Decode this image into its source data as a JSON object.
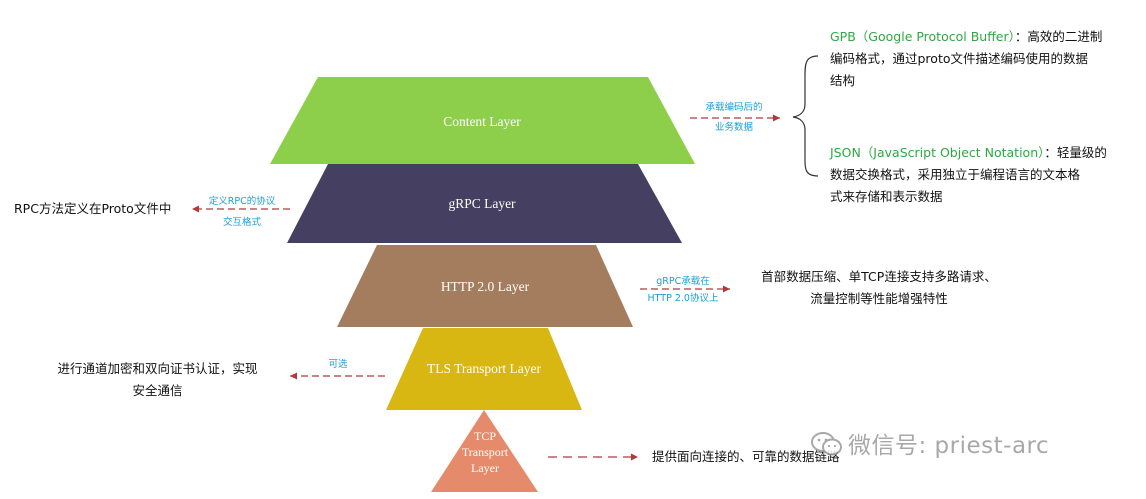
{
  "layers": {
    "content": "Content Layer",
    "grpc": "gRPC Layer",
    "http2": "HTTP 2.0 Layer",
    "tls": "TLS Transport Layer",
    "tcp_line1": "TCP",
    "tcp_line2": "Transport",
    "tcp_line3": "Layer"
  },
  "colors": {
    "content": "#8dcf4b",
    "grpc": "#453f62",
    "http2": "#a47c5e",
    "tls": "#d9b713",
    "tcp": "#e58b6b",
    "annotation": "#1a9fd8",
    "arrow": "#b03a3a",
    "highlight": "#2fa843"
  },
  "annotations": {
    "content_line1": "承载编码后的",
    "content_line2": "业务数据",
    "grpc_line1": "定义RPC的协议",
    "grpc_line2": "交互格式",
    "http_line1": "gRPC承载在",
    "http_line2": "HTTP 2.0协议上",
    "tls": "可选"
  },
  "notes": {
    "gpb_name": "GPB（Google Protocol Buffer）",
    "gpb_desc_1": "：高效的二进制",
    "gpb_desc_2": "编码格式，通过proto文件描述编码使用的数据",
    "gpb_desc_3": "结构",
    "json_name": "JSON（JavaScript Object Notation）",
    "json_desc_1": "：轻量级的",
    "json_desc_2": "数据交换格式，采用独立于编程语言的文本格",
    "json_desc_3": "式来存储和表示数据",
    "grpc_note": "RPC方法定义在Proto文件中",
    "http_note_1": "首部数据压缩、单TCP连接支持多路请求、",
    "http_note_2": "流量控制等性能增强特性",
    "tls_note_1": "进行通道加密和双向证书认证，实现",
    "tls_note_2": "安全通信",
    "tcp_note": "提供面向连接的、可靠的数据链路"
  },
  "watermark": "微信号: priest-arc"
}
